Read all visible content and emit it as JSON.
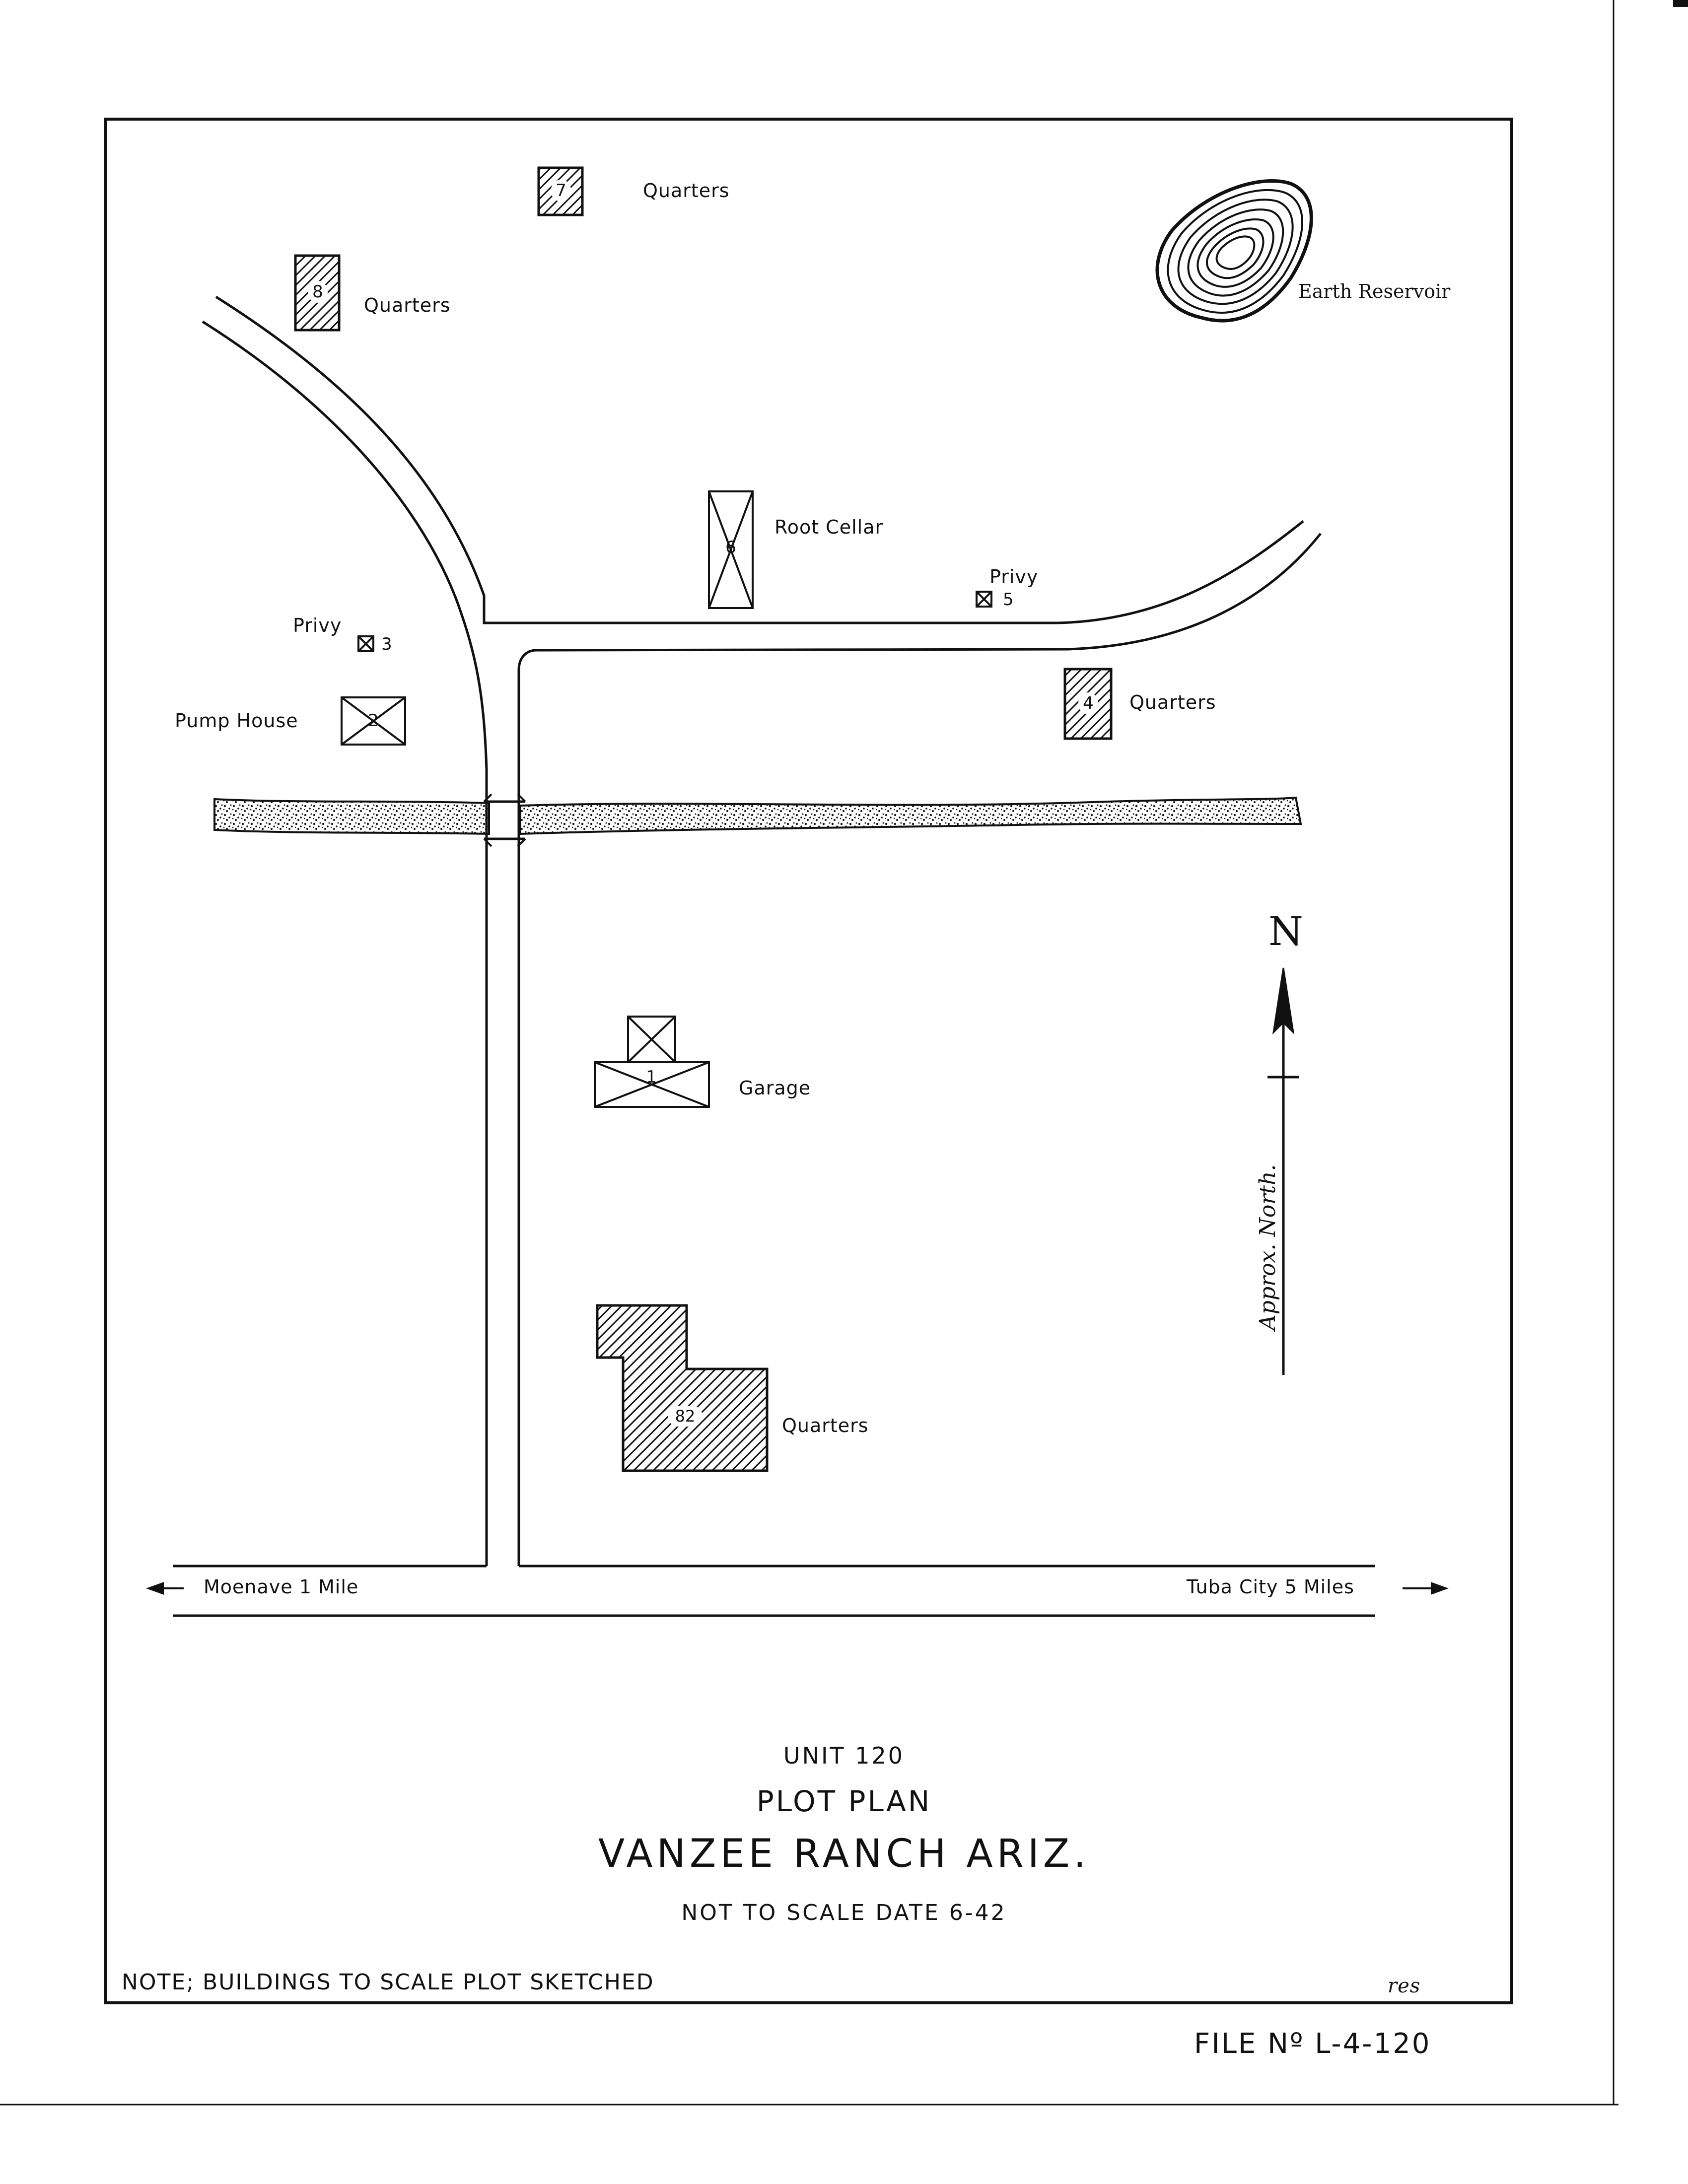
{
  "buildings": [
    {
      "number": "1",
      "label": "Garage"
    },
    {
      "number": "2",
      "label": "Pump House"
    },
    {
      "number": "3",
      "label": "Privy"
    },
    {
      "number": "4",
      "label": "Quarters"
    },
    {
      "number": "5",
      "label": "Privy"
    },
    {
      "number": "6",
      "label": "Root Cellar"
    },
    {
      "number": "7",
      "label": "Quarters"
    },
    {
      "number": "8",
      "label": "Quarters"
    },
    {
      "number": "82",
      "label": "Quarters"
    }
  ],
  "features": {
    "reservoir": "Earth Reservoir"
  },
  "road": {
    "west_dest": "Moenave 1 Mile",
    "east_dest": "Tuba City 5 Miles"
  },
  "compass": {
    "letter": "N",
    "caption": "Approx. North."
  },
  "title_block": {
    "unit": "UNIT 120",
    "plan": "PLOT PLAN",
    "name": "VANZEE RANCH ARIZ.",
    "scale_date": "NOT TO SCALE DATE 6-42",
    "note": "NOTE; BUILDINGS TO SCALE PLOT SKETCHED",
    "initials": "res",
    "file_no": "FILE Nº L-4-120"
  }
}
